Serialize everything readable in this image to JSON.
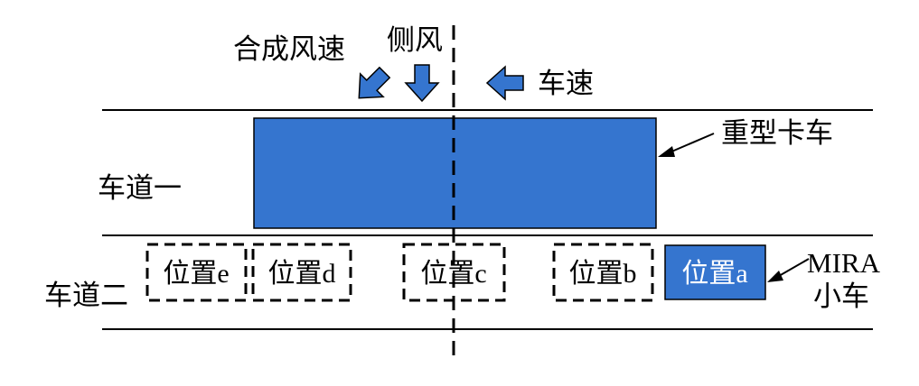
{
  "labels": {
    "resultant_wind": "合成风速",
    "crosswind": "侧风",
    "vehicle_speed": "车速",
    "heavy_truck": "重型卡车",
    "lane_one": "车道一",
    "lane_two": "车道二",
    "mira_line1": "MIRA",
    "mira_line2": "小车"
  },
  "positions": [
    {
      "id": "e",
      "label": "位置e",
      "style": "dashed"
    },
    {
      "id": "d",
      "label": "位置d",
      "style": "dashed"
    },
    {
      "id": "c",
      "label": "位置c",
      "style": "dashed"
    },
    {
      "id": "b",
      "label": "位置b",
      "style": "dashed"
    },
    {
      "id": "a",
      "label": "位置a",
      "style": "filled"
    }
  ],
  "colors": {
    "truck_fill": "#3575CF",
    "arrow_fill": "#3575CF",
    "outline": "#000000"
  }
}
